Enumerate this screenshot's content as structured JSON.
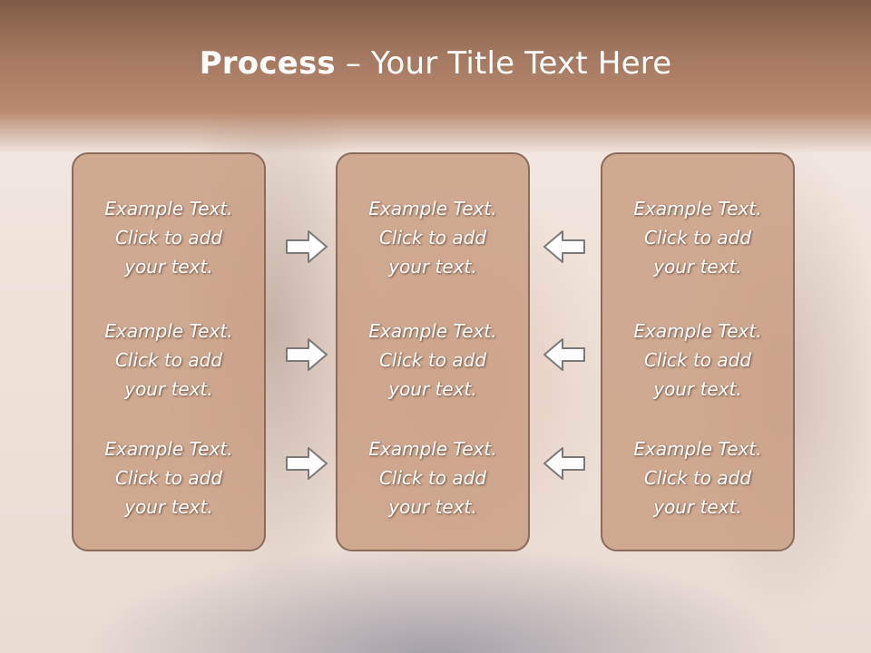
{
  "title": {
    "bold": "Process",
    "rest": " – Your Title Text Here"
  },
  "columns": [
    {
      "cells": [
        {
          "line1": "Example Text.",
          "line2": "Click  to add",
          "line3": "your text."
        },
        {
          "line1": "Example Text.",
          "line2": "Click  to add",
          "line3": "your text."
        },
        {
          "line1": "Example Text.",
          "line2": "Click  to add",
          "line3": "your text."
        }
      ]
    },
    {
      "cells": [
        {
          "line1": "Example Text.",
          "line2": "Click  to add",
          "line3": "your text."
        },
        {
          "line1": "Example Text.",
          "line2": "Click  to add",
          "line3": "your text."
        },
        {
          "line1": "Example Text.",
          "line2": "Click  to add",
          "line3": "your text."
        }
      ]
    },
    {
      "cells": [
        {
          "line1": "Example Text.",
          "line2": "Click  to add",
          "line3": "your text."
        },
        {
          "line1": "Example Text.",
          "line2": "Click  to add",
          "line3": "your text."
        },
        {
          "line1": "Example Text.",
          "line2": "Click  to add",
          "line3": "your text."
        }
      ]
    }
  ],
  "icons": {
    "left_arrows": "arrow-right-icon",
    "right_arrows": "arrow-left-icon"
  },
  "colors": {
    "header": "#a47860",
    "box_fill": "#cba086",
    "box_border": "#8a6b5c",
    "arrow_fill": "#ffffff",
    "arrow_stroke": "#7a7a7a"
  }
}
